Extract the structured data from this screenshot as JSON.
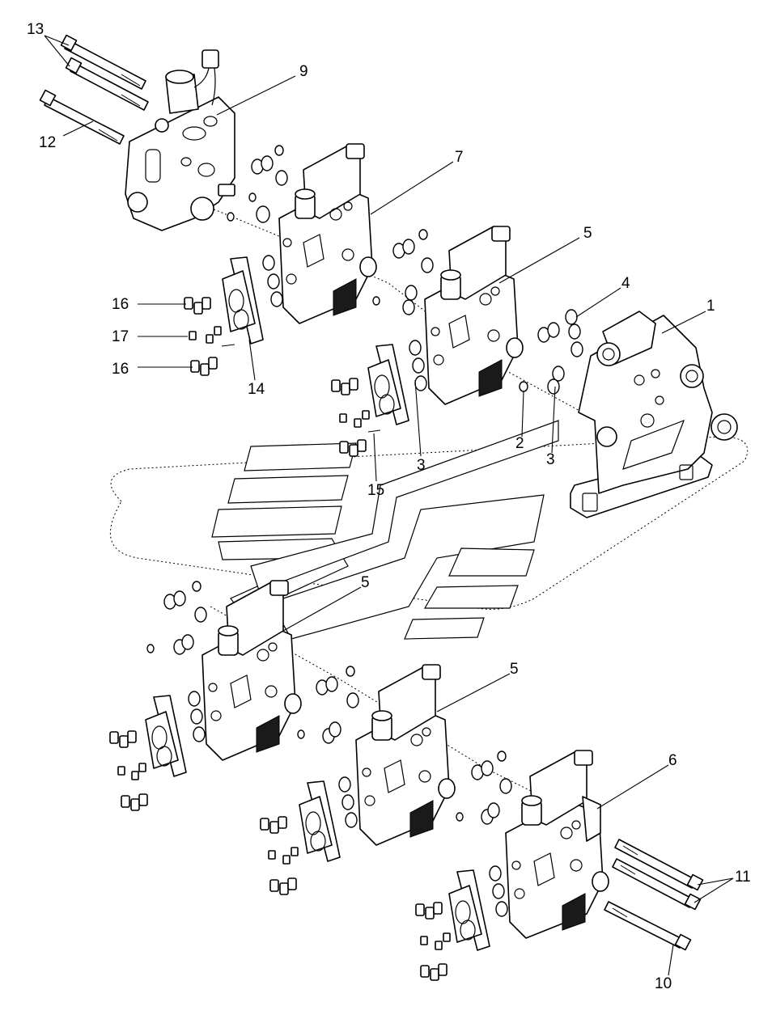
{
  "callouts": {
    "c1": "1",
    "c2": "2",
    "c3a": "3",
    "c3b": "3",
    "c4": "4",
    "c5a": "5",
    "c5b": "5",
    "c5c": "5",
    "c6": "6",
    "c7": "7",
    "c9": "9",
    "c10": "10",
    "c11": "11",
    "c12": "12",
    "c13": "13",
    "c14": "14",
    "c15": "15",
    "c16a": "16",
    "c16b": "16",
    "c17": "17"
  }
}
